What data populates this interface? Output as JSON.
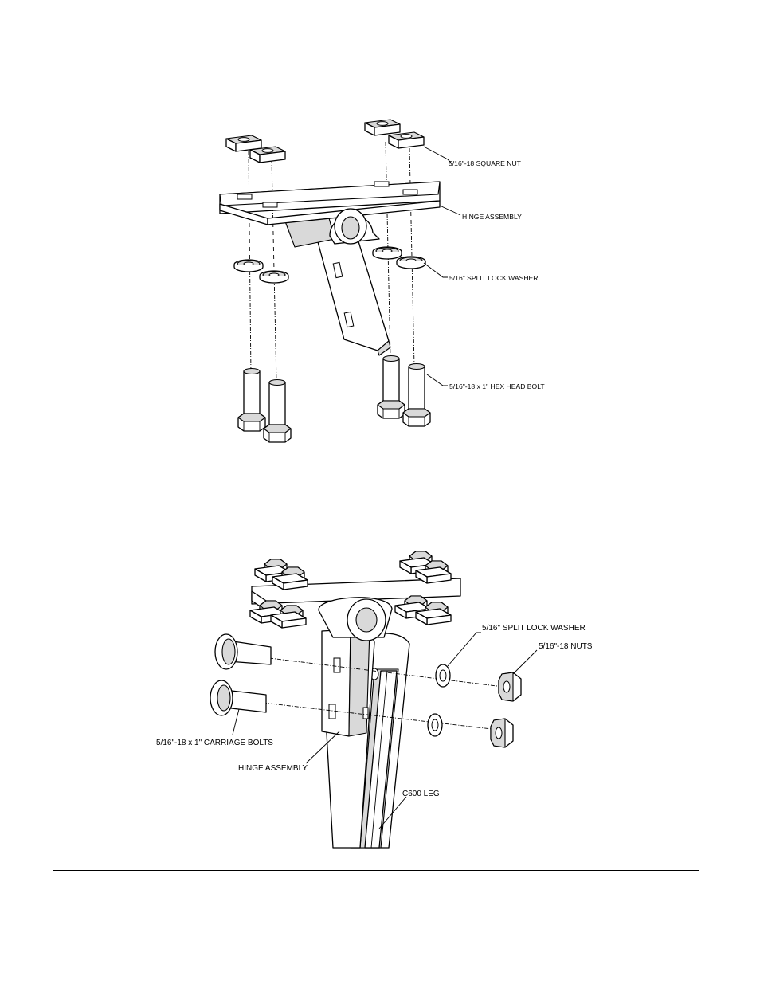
{
  "diagram": {
    "upper_view": {
      "labels": {
        "square_nut": "5/16\"-18 SQUARE NUT",
        "hinge_assembly": "HINGE ASSEMBLY",
        "split_lock_washer": "5/16\" SPLIT LOCK WASHER",
        "hex_head_bolt": "5/16\"-18 x 1\" HEX HEAD BOLT"
      }
    },
    "lower_view": {
      "labels": {
        "split_lock_washer": "5/16\" SPLIT LOCK WASHER",
        "nuts": "5/16\"-18 NUTS",
        "carriage_bolts": "5/16\"-18 x 1\" CARRIAGE BOLTS",
        "hinge_assembly": "HINGE ASSEMBLY",
        "leg": "C600 LEG"
      }
    }
  }
}
